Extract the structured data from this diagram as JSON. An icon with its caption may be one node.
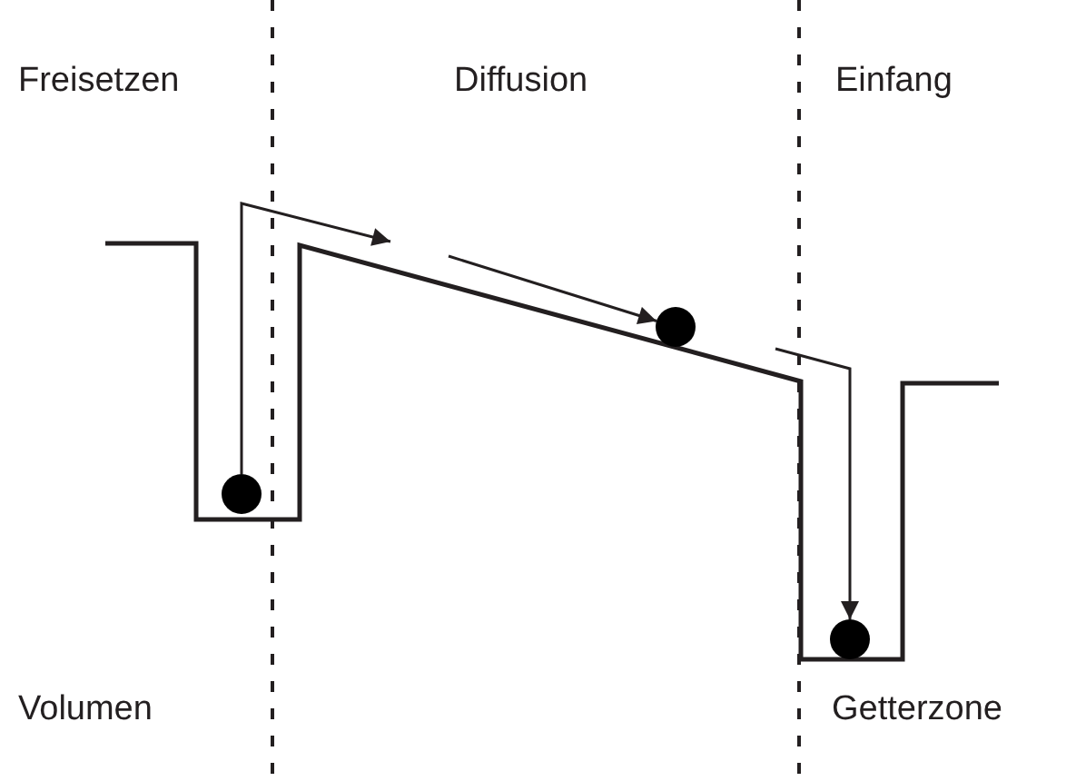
{
  "diagram": {
    "nodes": [
      {
        "text": [],
        "shape": "circle"
      },
      {
        "text": [],
        "shape": "circle"
      },
      {
        "text": [],
        "shape": "circle"
      }
    ],
    "edges": [
      {
        "from": 0,
        "to": null,
        "arrow": "to"
      },
      {
        "from": null,
        "to": 1,
        "arrow": "to"
      },
      {
        "from": null,
        "to": 2,
        "arrow": "to"
      }
    ],
    "labels": [
      "Freisetzen",
      "Diffusion",
      "Einfang",
      "Volumen",
      "Getterzone"
    ]
  }
}
